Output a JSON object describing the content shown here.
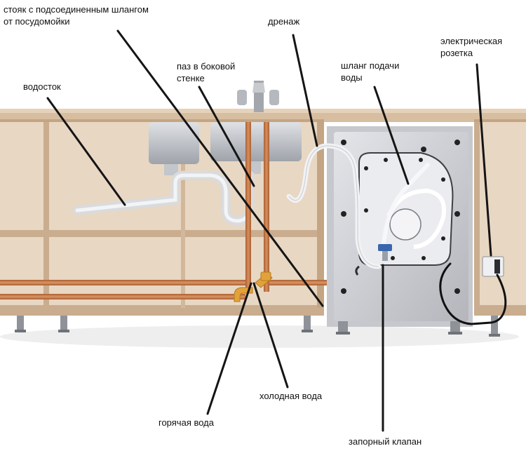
{
  "labels": {
    "riser": [
      "стояк с подсоединенным шлангом",
      "от посудомойки"
    ],
    "drain": "дренаж",
    "groove": [
      "паз в боковой",
      "стенке"
    ],
    "inlet_hose": [
      "шланг подачи",
      "воды"
    ],
    "socket": [
      "электрическая",
      "розетка"
    ],
    "downpipe": "водосток",
    "cold_water": "холодная вода",
    "hot_water": "горячая вода",
    "shutoff_valve": "запорный клапан"
  },
  "colors": {
    "cabinet": "#e6d3bd",
    "cabinet_frame": "#c9ab8a",
    "countertop": "#ddc5a9",
    "copper_pipe": "#c47a4a",
    "brass_fitting": "#e2a23b",
    "appliance_panel": "#c8c9cf",
    "hose": "#e9ecef",
    "valve": "#3a66b0",
    "leader_line": "#151515"
  }
}
